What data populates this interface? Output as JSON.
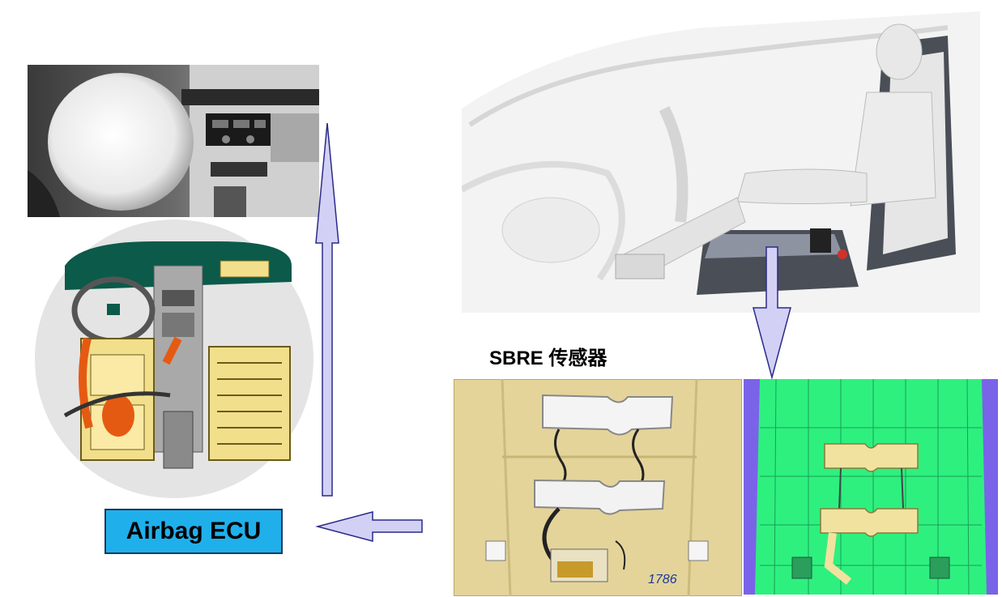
{
  "ecu_label": "Airbag ECU",
  "sensor_label": "SBRE 传感器",
  "sensor_photo_number": "1786",
  "colors": {
    "ecu_box": "#1fb0ec",
    "arrow_fill": "#d2d0f5",
    "arrow_stroke": "#2a2a88",
    "simulation_bg": "#7a63e8",
    "simulation_green": "#2ef07f"
  }
}
